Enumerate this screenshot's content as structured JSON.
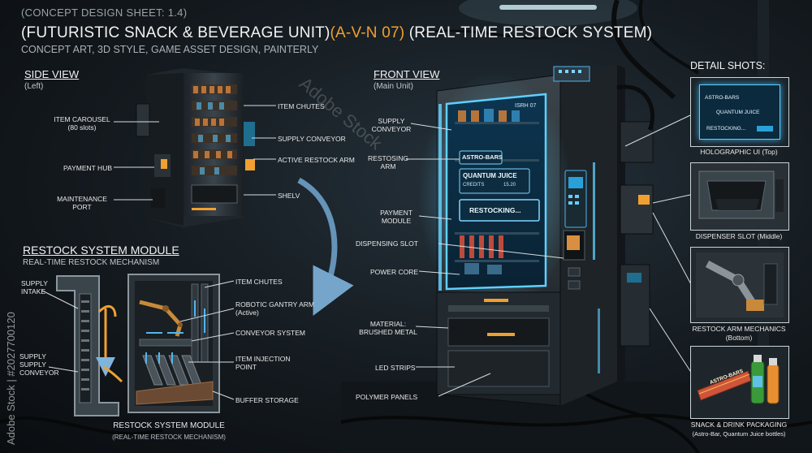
{
  "header": {
    "sheet": "(CONCEPT DESIGN SHEET: 1.4)",
    "title_a": "(FUTURISTIC SNACK & BEVERAGE UNIT)",
    "title_b": "(A-V-N 07)",
    "title_c": " (REAL-TIME RESTOCK SYSTEM)",
    "subtitle": "CONCEPT ART, 3D STYLE, GAME ASSET DESIGN, PAINTERLY"
  },
  "side_view": {
    "title": "SIDE VIEW",
    "sub": "(Left)",
    "labels": {
      "carousel": "ITEM CAROUSEL",
      "carousel_sub": "(80 slots)",
      "payment_hub": "PAYMENT HUB",
      "maintenance": "MAINTENANCE",
      "maintenance_sub": "PORT",
      "item_chutes": "ITEM CHUTES",
      "supply_conveyor": "SUPPLY CONVEYOR",
      "restock_arm": "ACTIVE RESTOCK ARM",
      "shelv": "SHELV"
    }
  },
  "restock_module": {
    "title": "RESTOCK SYSTEM MODULE",
    "sub": "REAL-TIME RESTOCK MECHANISM",
    "supply_intake_1": "SUPPLY",
    "supply_intake_2": "INTAKE",
    "supply_conv_1": "SUPPLY",
    "supply_conv_2": "SUPPLY",
    "supply_conv_3": "CONVEYOR",
    "labels": {
      "item_chutes": "ITEM CHUTES",
      "gantry": "ROBOTIC GANTRY ARM",
      "gantry_sub": "(Active)",
      "conveyor": "CONVEYOR SYSTEM",
      "injection": "ITEM INJECTION",
      "injection_sub": "POINT",
      "buffer": "BUFFER STORAGE"
    },
    "caption": "RESTOCK SYSTEM MODULE",
    "caption_sub": "(REAL-TIME RESTOCK MECHANISM)"
  },
  "front_view": {
    "title": "FRONT VIEW",
    "sub": "(Main Unit)",
    "labels": {
      "supply_conveyor_1": "SUPPLY",
      "supply_conveyor_2": "CONVEYOR",
      "restosing_1": "RESTOSING",
      "restosing_2": "ARM",
      "payment_1": "PAYMENT",
      "payment_2": "MODULE",
      "dispensing": "DISPENSING SLOT",
      "power": "POWER CORE",
      "material_1": "MATERIAL:",
      "material_2": "BRUSHED METAL",
      "led": "LED STRIPS",
      "polymer": "POLYMER PANELS"
    },
    "screen": {
      "unit": "ISRH 07",
      "astro": "ASTRO-BARS",
      "quantum": "QUANTUM JUICE",
      "credits": "CREDITS",
      "price": "15.20",
      "status": "RESTOCKING..."
    }
  },
  "detail_shots": {
    "title": "DETAIL SHOTS:",
    "holo": "HOLOGRAPHIC UI (Top)",
    "holo_ui": {
      "astro": "ASTRO-BARS",
      "quantum": "QUANTUM JUICE",
      "status": "RESTOCKING..."
    },
    "dispenser": "DISPENSER SLOT (Middle)",
    "arm": "RESTOCK ARM MECHANICS",
    "arm_sub": "(Bottom)",
    "pack": "SNACK & DRINK PACKAGING",
    "pack_sub": "(Astro-Bar, Quantum Juice bottles)",
    "bar_brand": "ASTRO-BARS"
  },
  "watermark": {
    "side": "Adobe Stock | #2027700120",
    "diag": "Adobe Stock"
  },
  "colors": {
    "accent": "#f0a030",
    "glow": "#4fc3ff",
    "metal": "#2b3339"
  }
}
